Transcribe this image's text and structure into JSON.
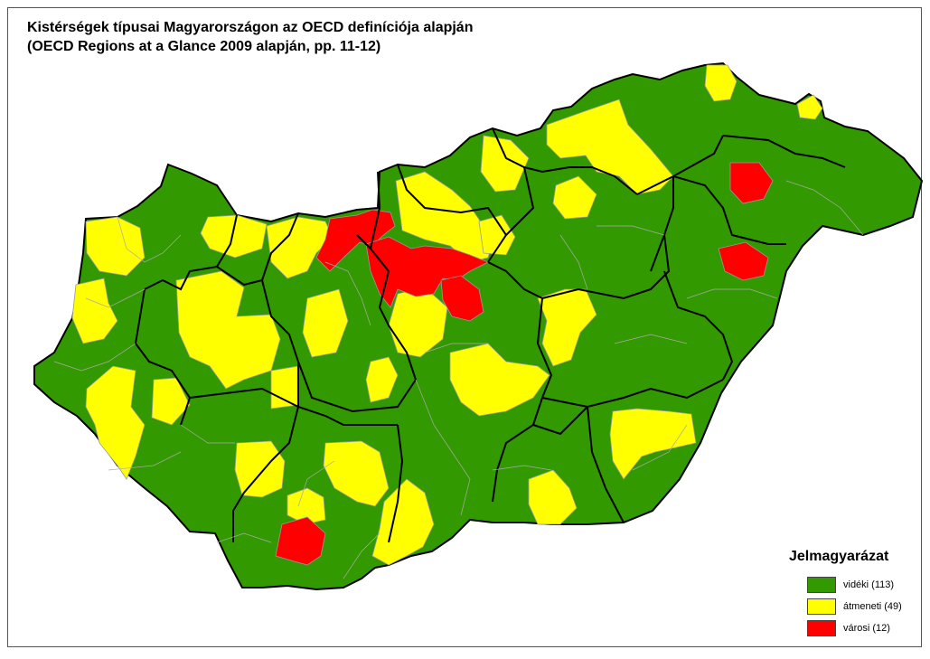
{
  "title": {
    "line1": "Kistérségek típusai Magyarországon az OECD definíciója alapján",
    "line2": "(OECD Regions at a Glance 2009 alapján, pp. 11-12)"
  },
  "legend": {
    "title": "Jelmagyarázat",
    "items": [
      {
        "label": "vidéki (113)",
        "color": "#339900"
      },
      {
        "label": "átmeneti (49)",
        "color": "#ffff00"
      },
      {
        "label": "városi (12)",
        "color": "#ff0000"
      }
    ]
  },
  "colors": {
    "rural": "#339900",
    "intermediate": "#ffff00",
    "urban": "#ff0000",
    "border": "#000000"
  }
}
